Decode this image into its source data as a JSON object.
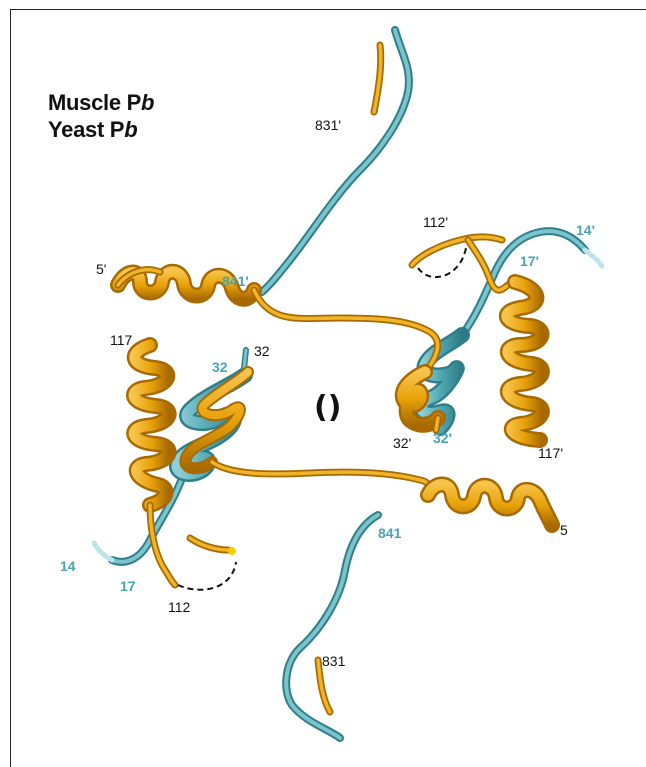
{
  "legend": {
    "muscle": {
      "prefix": "Muscle P",
      "italic": "b"
    },
    "yeast": {
      "prefix": "Yeast P",
      "italic": "b"
    }
  },
  "colors": {
    "muscle": "#e8a20a",
    "muscle_dark": "#b07000",
    "yeast": "#4fa6b0",
    "yeast_dark": "#2f7f8a",
    "label_black": "#111111",
    "label_cyan": "#4aa3b0"
  },
  "symmetry_symbol": "()",
  "labels": {
    "l831p": "831'",
    "l841p": "841'",
    "l112p": "112'",
    "l14p": "14'",
    "l17p": "17'",
    "l5p": "5'",
    "l117": "117",
    "l32c": "32",
    "l32k": "32",
    "l32pk": "32'",
    "l32pc": "32'",
    "l117p": "117'",
    "l841": "841",
    "l5": "5",
    "l14": "14",
    "l17": "17",
    "l112": "112",
    "l831": "831"
  }
}
